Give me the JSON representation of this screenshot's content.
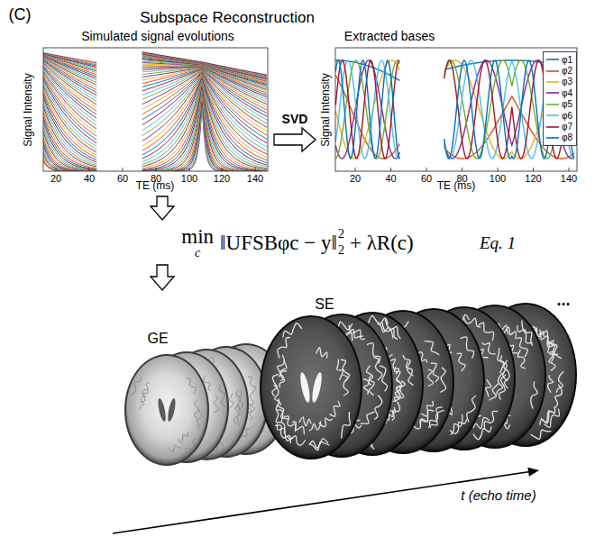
{
  "diagram": {
    "title": "Subspace Reconstruction",
    "nodes": [
      {
        "text": [
          "Simulated signal evolutions"
        ]
      },
      {
        "text": [
          "Extracted bases"
        ]
      },
      {
        "text": [
          "min",
          "c",
          "‖UFSBφc − y‖",
          "2",
          "2",
          "+ λR(c)"
        ]
      },
      {
        "text": [
          "GE",
          "SE"
        ]
      }
    ],
    "edges": [
      {
        "from": 0,
        "to": 1,
        "arrow": "to",
        "label": "SVD"
      },
      {
        "from": 0,
        "to": 2,
        "arrow": "to"
      },
      {
        "from": 2,
        "to": 3,
        "arrow": "to"
      }
    ],
    "labels": [
      "(C)",
      "Signal Intensity",
      "TE (ms)",
      "20",
      "40",
      "60",
      "80",
      "100",
      "120",
      "140",
      "Signal Intensity",
      "TE (ms)",
      "20",
      "40",
      "60",
      "80",
      "100",
      "120",
      "140",
      "Eq. 1",
      "t (echo time)",
      "..."
    ],
    "legend": [
      {
        "text": "φ1"
      },
      {
        "text": "φ2"
      },
      {
        "text": "φ3"
      },
      {
        "text": "φ4"
      },
      {
        "text": "φ5"
      },
      {
        "text": "φ6"
      },
      {
        "text": "φ7"
      },
      {
        "text": "φ8"
      }
    ]
  }
}
